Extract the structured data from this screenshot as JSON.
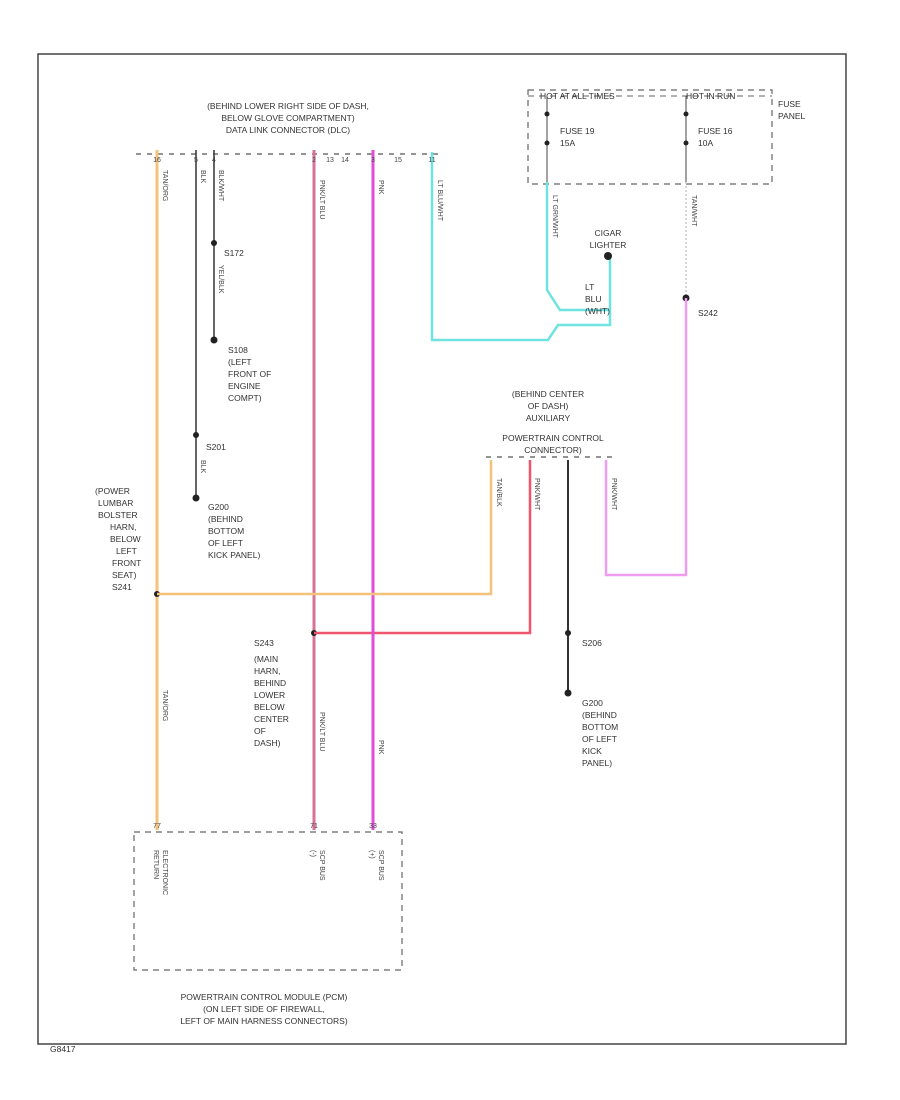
{
  "colors": {
    "tan_orange": "#f5c27a",
    "pink_dark": "#d9709a",
    "violet": "#e14cd8",
    "light_blue": "#6fe3e0",
    "red_pink": "#f0556d",
    "light_pink": "#ef9cf0",
    "black_wire": "#222222",
    "frame": "#444444"
  },
  "dlc": {
    "lines": [
      "(BEHIND LOWER RIGHT SIDE OF DASH,",
      "BELOW GLOVE COMPARTMENT)",
      "DATA LINK CONNECTOR (DLC)"
    ],
    "pins": [
      "16",
      "5",
      "4",
      "2",
      "3",
      "13",
      "14",
      "15",
      "11"
    ]
  },
  "fuse_panel": {
    "label": [
      "FUSE",
      "PANEL"
    ],
    "hot_accy": "HOT AT ALL TIMES",
    "hot_run": "HOT IN RUN",
    "fuse1": [
      "FUSE 19",
      "15A"
    ],
    "fuse2": [
      "FUSE 16",
      "10A"
    ]
  },
  "cigar": {
    "label": [
      "CIGAR",
      "LIGHTER"
    ],
    "wire": [
      "LT",
      "BLU",
      "(WHT)"
    ]
  },
  "wires": {
    "tan_org": "TAN/ORG",
    "blk": "BLK",
    "blk_wht": "BLK/WHT",
    "yel_blk": "YEL/BLK",
    "pnk_lt_blu": "PNK/LT BLU",
    "pnk_wht": "PNK/WHT",
    "tan_blk": "TAN/BLK",
    "pnk": "PNK",
    "lt_blu_wht": "LT BLU/WHT",
    "lt_grn_wht": "LT GRN/WHT",
    "tan_wht": "TAN/WHT",
    "blk2": "BLK",
    "tan_org2": "TAN/ORG",
    "pnk_lt_blu2": "PNK/LT BLU",
    "pnk_wht2": "PNK/WHT",
    "pnk2": "PNK"
  },
  "splices": {
    "s172": "S172",
    "s108": [
      "S108",
      "(LEFT",
      "FRONT OF",
      "ENGINE",
      "COMPT)"
    ],
    "s201": "S201",
    "s209_left": [
      "G200",
      "(BEHIND",
      "BOTTOM",
      "OF LEFT",
      "KICK PANEL)"
    ],
    "s242": "S242",
    "s243": "S243",
    "s206": "S206",
    "g200_right": [
      "G200",
      "(BEHIND",
      "BOTTOM",
      "OF LEFT",
      "KICK",
      "PANEL)"
    ]
  },
  "aux_pcm": {
    "lines": [
      "(BEHIND CENTER",
      "OF DASH)",
      "AUXILIARY",
      "POWERTRAIN CONTROL",
      "CONNECTOR)"
    ]
  },
  "lumbar": {
    "lines": [
      "(POWER",
      "LUMBAR",
      "BOLSTER",
      "HARN,",
      "BELOW",
      "LEFT",
      "FRONT",
      "SEAT)",
      "S241"
    ]
  },
  "s243_loc": {
    "lines": [
      "(MAIN",
      "HARN,",
      "BEHIND",
      "LOWER",
      "BELOW",
      "CENTER",
      "OF",
      "DASH)"
    ]
  },
  "pcm": {
    "pins": [
      "77",
      "71",
      "33"
    ],
    "inner": [
      "ELECTRONIC",
      "RETURN",
      "SCP BUS",
      "(-)",
      "SCP BUS",
      "(+)"
    ],
    "title": [
      "POWERTRAIN CONTROL MODULE (PCM)",
      "(ON LEFT SIDE OF FIREWALL,",
      "LEFT OF MAIN HARNESS CONNECTORS)"
    ]
  },
  "footer": "G8417"
}
